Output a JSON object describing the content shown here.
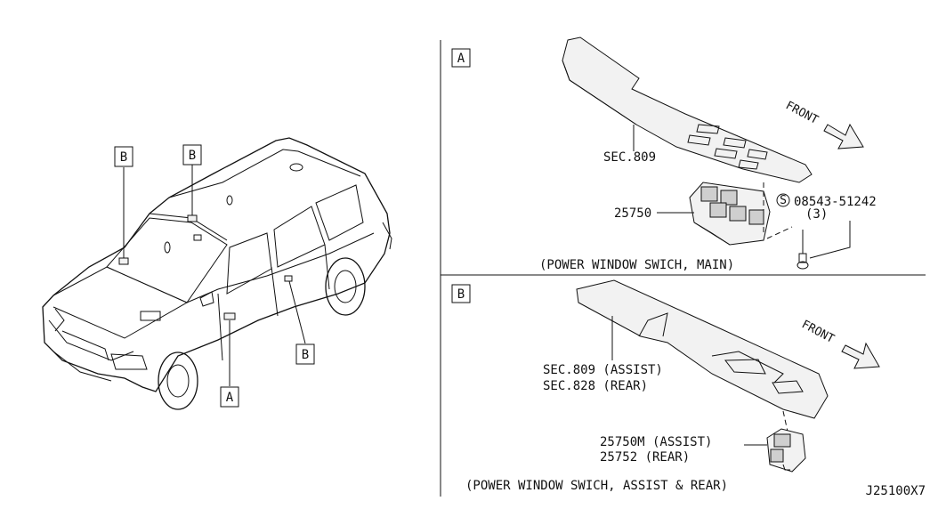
{
  "diagram": {
    "car_callouts": {
      "b_roof_left": "B",
      "b_roof_center": "B",
      "b_rear_door": "B",
      "a_front_door": "A"
    },
    "section_a": {
      "tag": "A",
      "front_label": "FRONT",
      "sec_ref": "SEC.809",
      "part_number": "25750",
      "screw_part": "08543-51242",
      "screw_qty": "(3)",
      "screw_symbol": "S",
      "caption": "(POWER WINDOW SWICH, MAIN)"
    },
    "section_b": {
      "tag": "B",
      "front_label": "FRONT",
      "sec_ref_1": "SEC.809 (ASSIST)",
      "sec_ref_2": "SEC.828 (REAR)",
      "part_number_1": "25750M (ASSIST)",
      "part_number_2": "25752   (REAR)",
      "caption": "(POWER WINDOW SWICH, ASSIST & REAR)"
    },
    "drawing_code": "J25100X7"
  }
}
